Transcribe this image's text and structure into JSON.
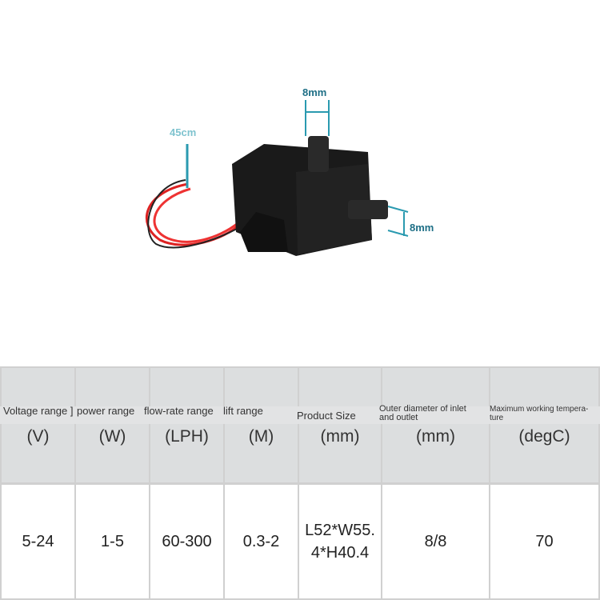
{
  "image_labels": {
    "top_fitting": "8mm",
    "cable": "45cm",
    "side_fitting": "8mm"
  },
  "table": {
    "headers": [
      {
        "label": "Voltage range ]",
        "unit": "(V)"
      },
      {
        "label": "power range",
        "unit": "(W)"
      },
      {
        "label": "flow-rate range",
        "unit": "(LPH)"
      },
      {
        "label": "lift range",
        "unit": "(M)"
      },
      {
        "label": "Product Size",
        "unit": "(mm)"
      },
      {
        "label": "Outer diameter of inlet and outlet",
        "unit": "(mm)"
      },
      {
        "label": "Maximum working tempera-ture",
        "unit": "(degC)"
      }
    ],
    "values": [
      "5-24",
      "1-5",
      "60-300",
      "0.3-2",
      "L52*W55.4*H40.4",
      "8/8",
      "70"
    ]
  }
}
